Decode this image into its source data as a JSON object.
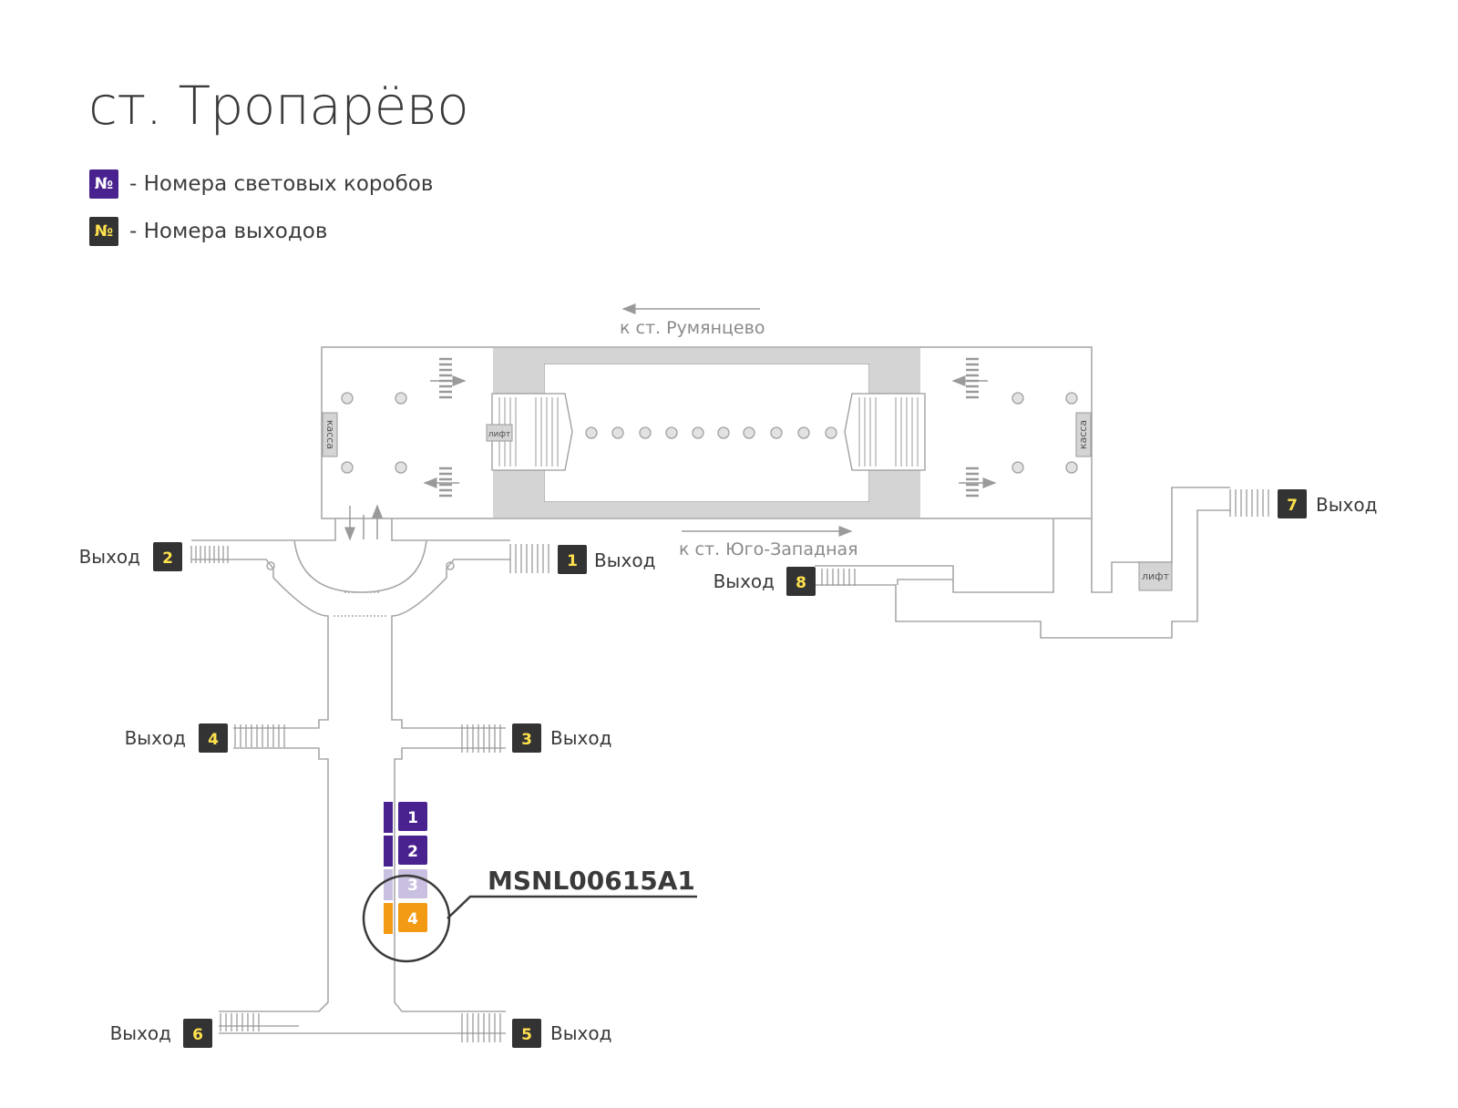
{
  "title": "ст. Тропарёво",
  "legend": [
    {
      "symbol": "№",
      "text": "- Номера световых коробов",
      "color": "#4a2290",
      "text_color": "#ffffff"
    },
    {
      "symbol": "№",
      "text": "- Номера выходов",
      "color": "#333333",
      "text_color": "#ffe14d"
    }
  ],
  "directions": {
    "north": "к ст. Румянцево",
    "south": "к ст. Юго-Западная"
  },
  "facilities": {
    "cashier_left": "касса",
    "cashier_right": "касса",
    "elevator_platform": "лифт",
    "elevator_exit7": "лифт"
  },
  "exit_word": "Выход",
  "exits": [
    {
      "number": "1"
    },
    {
      "number": "2"
    },
    {
      "number": "3"
    },
    {
      "number": "4"
    },
    {
      "number": "5"
    },
    {
      "number": "6"
    },
    {
      "number": "7"
    },
    {
      "number": "8"
    }
  ],
  "lightboxes": [
    {
      "number": "1",
      "state": "normal",
      "color": "#4a2290"
    },
    {
      "number": "2",
      "state": "normal",
      "color": "#4a2290"
    },
    {
      "number": "3",
      "state": "faded",
      "color": "#c9bfe0"
    },
    {
      "number": "4",
      "state": "highlighted",
      "color": "#f29a13"
    }
  ],
  "callout": {
    "code": "MSNL00615A1"
  },
  "colors": {
    "exit_badge": "#333333",
    "exit_badge_text": "#ffe14d",
    "line": "#a8a8a8",
    "fill": "#d4d4d4"
  }
}
